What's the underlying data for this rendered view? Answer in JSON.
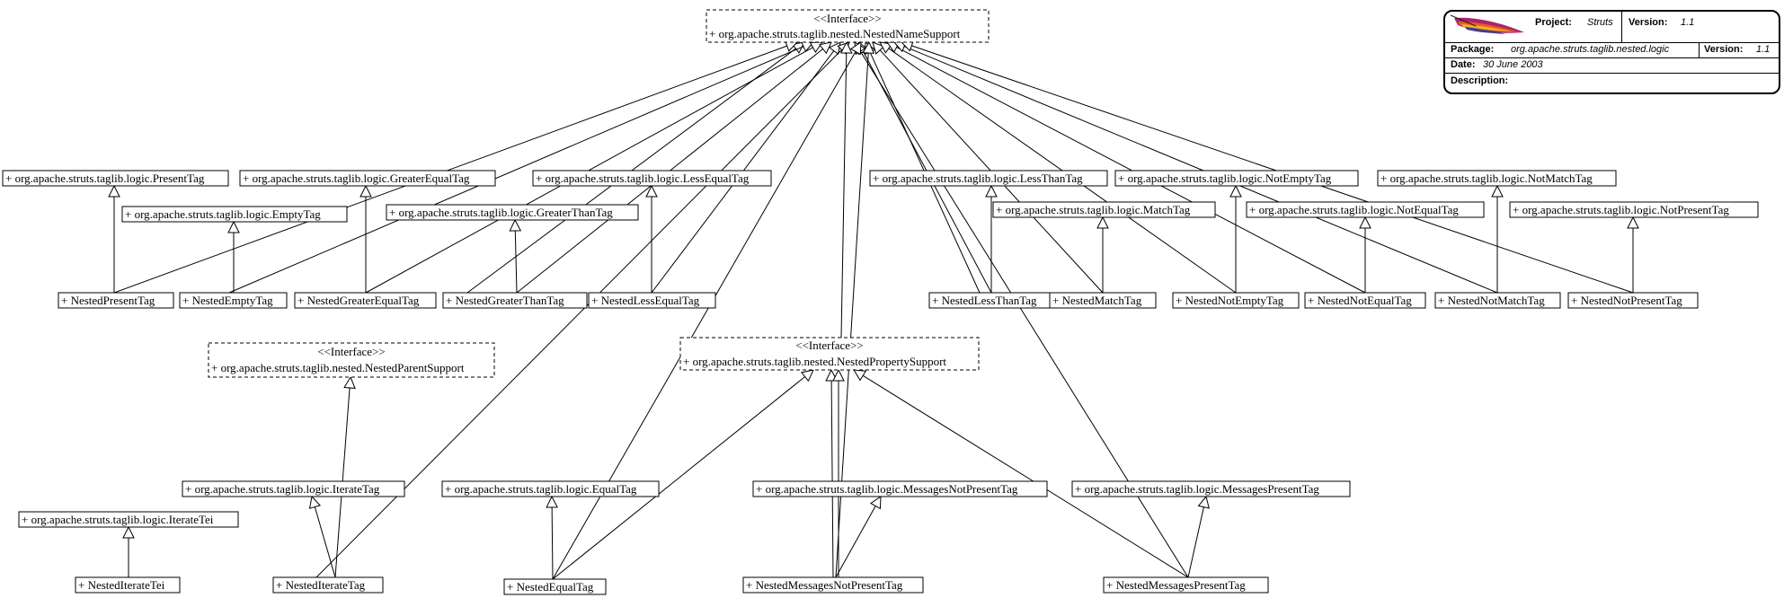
{
  "info": {
    "project_label": "Project:",
    "project": "Struts",
    "version_label": "Version:",
    "version": "1.1",
    "package_label": "Package:",
    "package": "org.apache.struts.taglib.nested.logic",
    "package_version_label": "Version:",
    "package_version": "1.1",
    "date_label": "Date:",
    "date": "30 June 2003",
    "description_label": "Description:"
  },
  "nodes": {
    "nested_name_support": {
      "stereotype": "<<Interface>>",
      "name": "+ org.apache.struts.taglib.nested.NestedNameSupport"
    },
    "nested_parent_support": {
      "stereotype": "<<Interface>>",
      "name": "+ org.apache.struts.taglib.nested.NestedParentSupport"
    },
    "nested_property_support": {
      "stereotype": "<<Interface>>",
      "name": "+ org.apache.struts.taglib.nested.NestedPropertySupport"
    },
    "present_tag": "+ org.apache.struts.taglib.logic.PresentTag",
    "greater_equal_tag": "+ org.apache.struts.taglib.logic.GreaterEqualTag",
    "less_equal_tag": "+ org.apache.struts.taglib.logic.LessEqualTag",
    "empty_tag": "+ org.apache.struts.taglib.logic.EmptyTag",
    "greater_than_tag": "+ org.apache.struts.taglib.logic.GreaterThanTag",
    "less_than_tag": "+ org.apache.struts.taglib.logic.LessThanTag",
    "not_empty_tag": "+ org.apache.struts.taglib.logic.NotEmptyTag",
    "not_match_tag": "+ org.apache.struts.taglib.logic.NotMatchTag",
    "match_tag": "+ org.apache.struts.taglib.logic.MatchTag",
    "not_equal_tag": "+ org.apache.struts.taglib.logic.NotEqualTag",
    "not_present_tag": "+ org.apache.struts.taglib.logic.NotPresentTag",
    "nested_present_tag": "+ NestedPresentTag",
    "nested_empty_tag": "+ NestedEmptyTag",
    "nested_greater_equal_tag": "+ NestedGreaterEqualTag",
    "nested_greater_than_tag": "+ NestedGreaterThanTag",
    "nested_less_equal_tag": "+ NestedLessEqualTag",
    "nested_less_than_tag": "+ NestedLessThanTag",
    "nested_match_tag": "+ NestedMatchTag",
    "nested_not_empty_tag": "+ NestedNotEmptyTag",
    "nested_not_equal_tag": "+ NestedNotEqualTag",
    "nested_not_match_tag": "+ NestedNotMatchTag",
    "nested_not_present_tag": "+ NestedNotPresentTag",
    "iterate_tag": "+ org.apache.struts.taglib.logic.IterateTag",
    "iterate_tei": "+ org.apache.struts.taglib.logic.IterateTei",
    "equal_tag": "+ org.apache.struts.taglib.logic.EqualTag",
    "messages_not_present_tag": "+ org.apache.struts.taglib.logic.MessagesNotPresentTag",
    "messages_present_tag": "+ org.apache.struts.taglib.logic.MessagesPresentTag",
    "nested_iterate_tei": "+ NestedIterateTei",
    "nested_iterate_tag": "+ NestedIterateTag",
    "nested_equal_tag": "+ NestedEqualTag",
    "nested_messages_not_present_tag": "+ NestedMessagesNotPresentTag",
    "nested_messages_present_tag": "+ NestedMessagesPresentTag"
  }
}
